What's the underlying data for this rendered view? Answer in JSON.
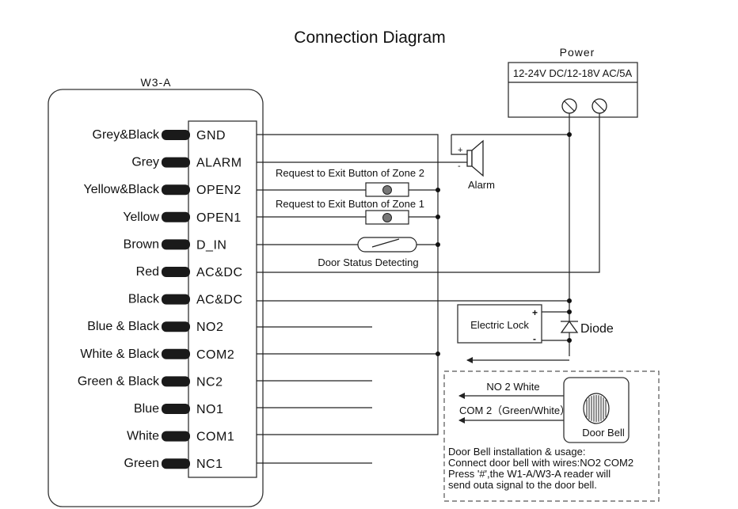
{
  "title": "Connection Diagram",
  "device": {
    "label": "W3-A"
  },
  "power": {
    "label": "Power",
    "spec": "12-24V DC/12-18V AC/5A"
  },
  "terminals": [
    {
      "wire": "Grey&Black",
      "name": "GND"
    },
    {
      "wire": "Grey",
      "name": "ALARM"
    },
    {
      "wire": "Yellow&Black",
      "name": "OPEN2"
    },
    {
      "wire": "Yellow",
      "name": "OPEN1"
    },
    {
      "wire": "Brown",
      "name": "D_IN"
    },
    {
      "wire": "Red",
      "name": "AC&DC"
    },
    {
      "wire": "Black",
      "name": "AC&DC"
    },
    {
      "wire": "Blue & Black",
      "name": "NO2"
    },
    {
      "wire": "White & Black",
      "name": "COM2"
    },
    {
      "wire": "Green & Black",
      "name": "NC2"
    },
    {
      "wire": "Blue",
      "name": "NO1"
    },
    {
      "wire": "White",
      "name": "COM1"
    },
    {
      "wire": "Green",
      "name": "NC1"
    }
  ],
  "labels": {
    "exit_zone2": "Request to Exit Button of Zone 2",
    "exit_zone1": "Request to Exit Button of Zone 1",
    "door_status": "Door Status Detecting",
    "alarm": "Alarm",
    "electric_lock": "Electric Lock",
    "diode": "Diode",
    "plus": "+",
    "minus": "-"
  },
  "door_bell": {
    "label": "Door Bell",
    "no2": "NO 2 White",
    "com2": "COM 2（Green/White）",
    "note": [
      "Door Bell installation & usage:",
      "Connect door bell with wires:NO2 COM2",
      "Press '#',the W1-A/W3-A reader will",
      "send outa signal to the door bell."
    ]
  }
}
